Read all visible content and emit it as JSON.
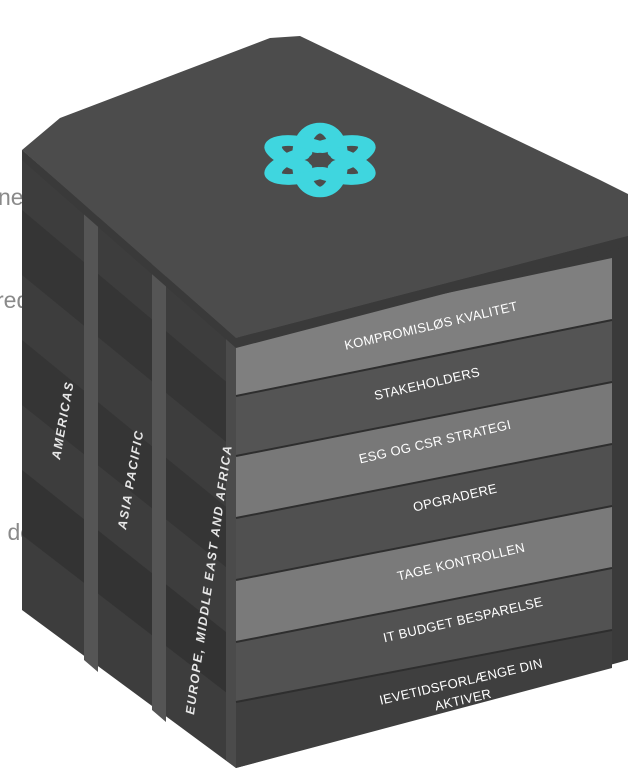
{
  "background_side_text": [
    "net",
    "rede",
    "i den"
  ],
  "regions": [
    "AMERICAS",
    "ASIA PACIFIC",
    "EUROPE, MIDDLE EAST AND AFRICA"
  ],
  "layers": [
    "KOMPROMISLØS KVALITET",
    "STAKEHOLDERS",
    "ESG OG CSR STRATEGI",
    "OPGRADERE",
    "TAGE KONTROLLEN",
    "IT BUDGET BESPARELSE",
    [
      "IEVETIDSFORLÆNGE DIN",
      "AKTIVER"
    ]
  ],
  "logo": {
    "icon": "interlocking-loops-star-icon",
    "color": "#3fd6df"
  },
  "colors": {
    "top_face": "#4a4a4a",
    "band_light": "#7d7d7d",
    "band_dark": "#545454",
    "left_face": "#3c3c3c"
  }
}
